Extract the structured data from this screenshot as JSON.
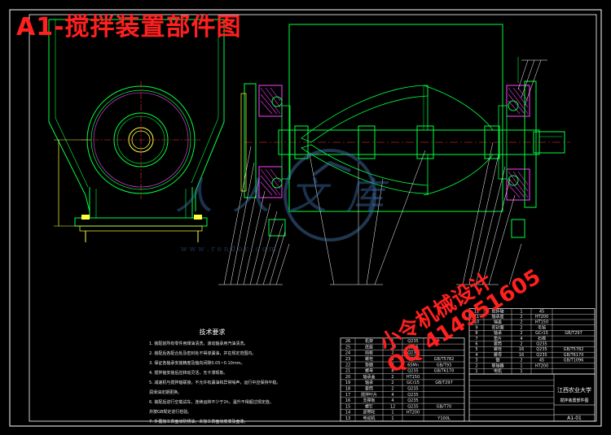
{
  "title": "A1-搅拌装置部件图",
  "watermark": {
    "shop_name": "小令机械设计",
    "qq": "QQ 414951605",
    "brand_text": "人人文库",
    "url_text": "w w w . r e n d o c . c o m"
  },
  "tech_notes": {
    "heading": "技术要求",
    "lines": [
      "1. 装配前所有零件用煤油清洗，滚动轴承用汽油清洗。",
      "2. 装配后各配合处及密封处不得渗漏油，并在规定范围内。",
      "3. 保证各轴承安装精度及轴向间隙0.05~0.10mm。",
      "4. 搅拌轴安装后应转动灵活，无卡滞现象。",
      "5. 减速机与搅拌轴联接，不允许有漏油和异常噪声，运行中应保持平稳。",
      "   润滑油定期更换。",
      "6. 装配后进行空载试车，连续运转不少于2h，温升不得超过规定值。",
      "   并按GB规定进行检验。",
      "7. 外露加工表面涂防锈油，未加工表面涂底漆及面漆。"
    ]
  },
  "parts_table_right": {
    "rows": [
      "12 | 搅拌轴 | 1 | 45 | ",
      "11 | 轴承座 | 2 | HT200 | ",
      "10 | 端盖 | 2 | HT150 | ",
      "9 | 密封圈 | 2 | 毛毡 | ",
      "8 | 轴承 | 2 | GCr15 | GB/T297",
      "7 | 垫片 | 4 | 石棉 | ",
      "6 | 套筒 | 2 | Q235 | ",
      "5 | 螺栓 | 16 | Q235 | GB/T5782",
      "4 | 螺母 | 16 | Q235 | GB/T6170",
      "3 | 键 | 2 | 45 | GB/T1096",
      "2 | 联轴器 | 1 | HT200 | ",
      "1 | 电机 | 1 | | "
    ],
    "title_block": {
      "school": "江西农业大学",
      "drawing_name": "搅拌装置部件图",
      "drawing_no": "A1-01"
    }
  },
  "parts_table_left": {
    "rows": [
      "26 | 机架 | 1 | Q235 | ",
      "25 | 底座 | 1 | Q235 | ",
      "24 | 挡板 | 2 | Q235 | ",
      "23 | 螺栓 | 8 | Q235 | GB/T5782",
      "22 | 垫圈 | 8 | 65Mn | GB/T93",
      "21 | 螺母 | 8 | Q235 | GB/T6170",
      "20 | 轴承盖 | 2 | HT150 | ",
      "19 | 轴承 | 2 | GCr15 | GB/T297",
      "18 | 套筒 | 2 | Q235 | ",
      "17 | 搅拌叶片 | 4 | Q235 | ",
      "16 | 支撑板 | 4 | Q235 | ",
      "15 | 螺钉 | 12 | Q235 | GB/T70",
      "14 | 皮带轮 | 1 | HT200 | ",
      "13 | 电动机 | 1 | | Y100L"
    ]
  },
  "colors": {
    "frame": "#ffffff",
    "outline": "#00ff40",
    "section": "#ff40ff",
    "centerline": "#ff3030",
    "hatch": "#ff40ff",
    "title": "#ff2020",
    "yellow": "#ffff40"
  }
}
